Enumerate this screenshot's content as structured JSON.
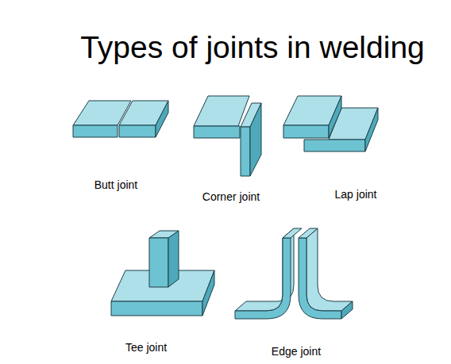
{
  "diagram": {
    "title": "Types of joints in welding",
    "labels": [
      "Butt joint",
      "Corner joint",
      "Lap joint",
      "Tee joint",
      "Edge joint"
    ]
  }
}
